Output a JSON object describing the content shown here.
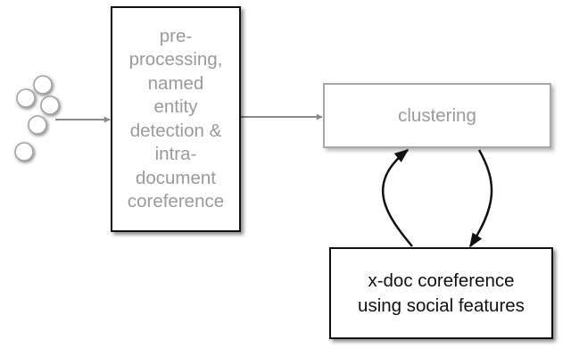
{
  "diagram": {
    "nodes": {
      "preprocess": {
        "label": "pre-\nprocessing,\nnamed\nentity\ndetection &\nintra-\ndocument\ncoreference"
      },
      "clustering": {
        "label": "clustering"
      },
      "xdoc": {
        "label": "x-doc coreference\nusing social features"
      }
    },
    "edges": [
      {
        "from": "input-documents",
        "to": "preprocess"
      },
      {
        "from": "preprocess",
        "to": "clustering"
      },
      {
        "from": "clustering",
        "to": "xdoc"
      },
      {
        "from": "xdoc",
        "to": "clustering"
      }
    ],
    "colors": {
      "box_border_dark": "#111111",
      "box_border_light": "#a8a8a8",
      "text_gray": "#9a9a9a",
      "text_dark": "#111111",
      "connector_gray": "#8a8a8a",
      "connector_dark": "#111111"
    }
  }
}
